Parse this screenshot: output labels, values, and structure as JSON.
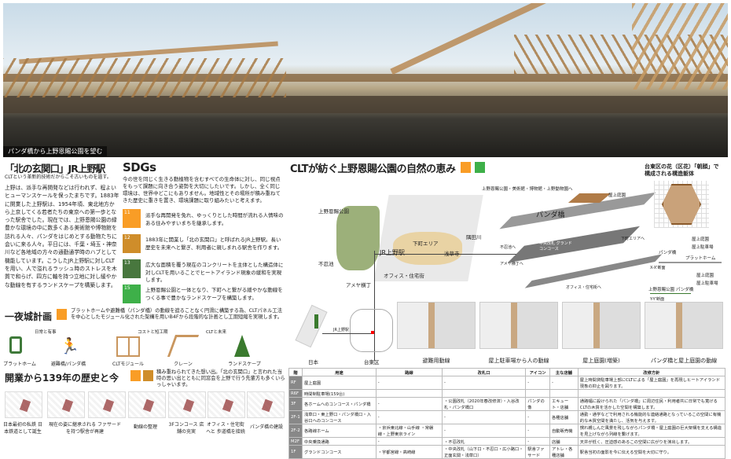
{
  "photo": {
    "caption": "パンダ橋から上野恩賜公園を望む"
  },
  "intro": {
    "title": "「北の玄関口」JR上野駅",
    "subtitle": "CLTという革新的技術だからこそ古いものを遺す。",
    "body": "上野は、派手な再開発などは行われず、程よいヒューマンスケールを保ったまちです。1883年に開業した上野駅は、1954年頃、東北地方から上京してくる若者たちの東京への第一歩となった駅舎でした。現在では、上野恩賜公園の緑豊かな環境の中に数多くある美術館や博物館を訪れる人々、パンダをはじめとする動物たちに会いに来る人々。平日には、千葉・埼玉・神奈川など各地域の方々の通勤通学時のハブとして機能しています。こうしたJR上野駅に対しCLTを用い、人で溢れるラッシュ時のストレスを木質で和らげ、四方に軸を持つ立地に対し緩やかな動線を有するランドスケープを構築します。"
  },
  "sdgs": {
    "title": "SDGs",
    "intro": "今の世を同じく生きる動植物を含むすべての生命体に対し、同じ視点をもって課題に向き合う姿勢を大切にしたいです。しかし、全く同じ環境は、世界中どこにもありません。地域性とその場所が積み重ねてきた歴史に重きを置き、環境課題に取り組みたいと考えます。",
    "goals": [
      {
        "num": "11",
        "color": "#f99d26",
        "text": "派手な再開発を免れ、ゆっくりとした時間が流れる人情味のある住みやすいまちを継承します。"
      },
      {
        "num": "12",
        "color": "#cf8d2a",
        "text": "1883年に開業し「北の玄関口」と呼ばれるJR上野駅。長い歴史を未来へと繋ぎ、利用者に親しまれる駅舎を作ります。"
      },
      {
        "num": "13",
        "color": "#48773e",
        "text": "広大な面積を覆う現在のコンクリートを主体とした構造体に対しCLTを用いることでヒートアイランド現象の緩和を実現します。"
      },
      {
        "num": "15",
        "color": "#3eb049",
        "text": "上野恩賜公園と一体となり、下町へと繋がる緩やかな動線をつくる事で豊かなランドスケープを構築します。"
      }
    ]
  },
  "plan": {
    "title": "一夜城計画",
    "text": "プラットホームや避難橋（パンダ橋）の動線を遮ることなく円滑に構築する為、CLTパネル工法を中心としたモジュール化された架構を用いB4Fから段階的な計画とし工期短縮を実現します。",
    "groups": [
      "日常と有事",
      "コストと短工期",
      "CLTと未来"
    ],
    "icons": [
      "プラットホーム",
      "避難橋/パンダ橋",
      "CLTモジュール",
      "クレーン",
      "ランドスケープ"
    ]
  },
  "history": {
    "title": "開業から139年の歴史と今",
    "text": "積み重ねられてきた想い出。「北の玄関口」と言われた当時の思い出とともに同窓会を上野で行う先輩方も多くいらっしゃいます。",
    "steps": [
      "日本最初の私鉄 日本鉄道として誕生",
      "現在の姿に継承される ファサードを持つ駅舎が再建",
      "動線の整理",
      "3Fコンコース 店舗の充実",
      "オフィス・住宅街へと 歩道橋を接続",
      "パンダ橋の建設"
    ]
  },
  "nature": {
    "title": "CLTが紡ぐ上野恩賜公園の自然の恵み",
    "map": {
      "park": "上野恩賜公園",
      "station": "JR上野駅",
      "pond": "不忍池",
      "shitamachi": "下町エリア",
      "asakusa": "浅草寺",
      "river": "隅田川",
      "office": "オフィス・住宅街",
      "ameyoko": "アメヤ横丁"
    },
    "axo": {
      "to_park": "上野恩賜公園・美術館・博物館・上野動物園へ",
      "bridge": "パンダ橋",
      "roof": "屋上庭園",
      "concourse": "中央改札 グランドコンコース",
      "to_shitamachi": "下町エリアへ",
      "to_office": "オフィス・住宅街へ",
      "to_ameyoko": "アメヤ横丁へ",
      "to_shinobazu": "不忍池へ"
    },
    "locator": {
      "japan": "日本",
      "taito": "台東区",
      "station": "JR上野駅"
    },
    "sections": [
      "避難用動線",
      "屋上駐車場から人の動線",
      "屋上庭園(増築)",
      "パンダ橋と屋上庭園の動線"
    ]
  },
  "flower": {
    "title": "台東区の花（区花）「朝顔」で構成される構造躯体",
    "xx": {
      "label": "X-X'断面",
      "roof": "屋上庭園",
      "parking": "屋上駐車場",
      "bridge": "パンダ橋",
      "platform": "プラットホーム"
    },
    "yy": {
      "label": "Y-Y'断面",
      "roof": "屋上庭園",
      "parking": "屋上駐車場",
      "bridge": "パンダ橋",
      "park": "上野恩賜公園"
    }
  },
  "table": {
    "headers": [
      "階",
      "用途",
      "路線",
      "改札口",
      "アイコン",
      "主な店舗",
      "改修方針"
    ],
    "rows": [
      [
        "RF",
        "屋上庭園",
        "-",
        "-",
        "-",
        "-",
        "屋上時間貸駐車場上部にCLTによる「屋上庭園」を再現しヒートアイランド現象の抑止を図ります。"
      ],
      [
        "R6F",
        "時間制駐車場(159台)",
        "",
        "",
        "",
        "",
        ""
      ],
      [
        "3F",
        "各ホームへのコンコース・パンダ橋",
        "-",
        "・公園改札（2020年春改修済）・入谷改札・パンダ橋口",
        "パンダの像",
        "エキュート・店舗",
        "通路幅に設けられた「パンダ橋」に周辺住民・利用者共に日常でも寛げるCLTの木質を活かした空間を構築します。"
      ],
      [
        "2F-1",
        "浅草口・東上野口・パンダ橋口・入谷口へのコンコース",
        "-",
        "-",
        "-",
        "各種店舗",
        "通勤・通学などで利用される機能的な連絡通路となっているこの空間に有機的な木質空間を満たし、活気を与えます。"
      ],
      [
        "2F-2",
        "各路線ホーム",
        "・京浜東北線・山手線 ・常磐線・上野東京ライン",
        "-",
        "-",
        "自動販売機",
        "慣れ親しんだ風景を残しながらパンダ橋・屋上庭園の巨大架構を支える構造を見上げながら列線を繋げます。"
      ],
      [
        "M2F",
        "中央乗換通路",
        "-",
        "・不忍改札",
        "-",
        "店舗",
        "天井が低く、圧迫感のあるこの空間に広がりを演出します。"
      ],
      [
        "1F",
        "グランドコンコース",
        "・宇都宮線・高崎線",
        "・中央改札（山下口・不忍口・広小路口・正面玄関・浅草口）",
        "駅舎ファサード",
        "アトレ・各種店舗",
        "駅舎当初の面影を今に伝える空間を大切に守り。"
      ]
    ]
  }
}
